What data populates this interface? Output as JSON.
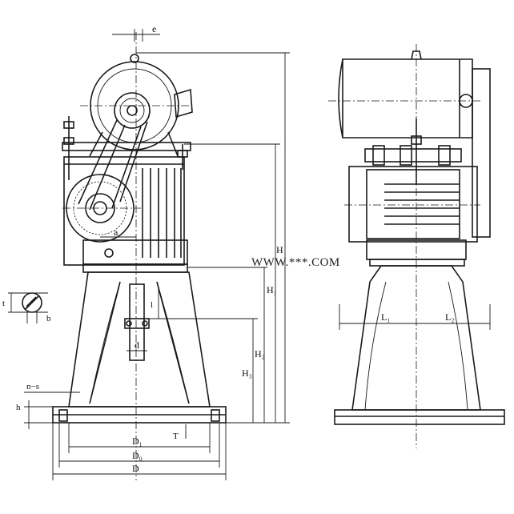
{
  "watermark": "WWW.***.COM",
  "dimensions": {
    "e": "e",
    "a": "a",
    "H": "H",
    "H1": "H₁",
    "H2": "H₂",
    "H3": "H₃",
    "l": "l",
    "d": "d",
    "t": "t",
    "b": "b",
    "n_s": "n−s",
    "h": "h",
    "T": "T",
    "D1": "D₁",
    "D0": "D₀",
    "D": "D",
    "L1": "L₁",
    "L2": "L₂"
  }
}
